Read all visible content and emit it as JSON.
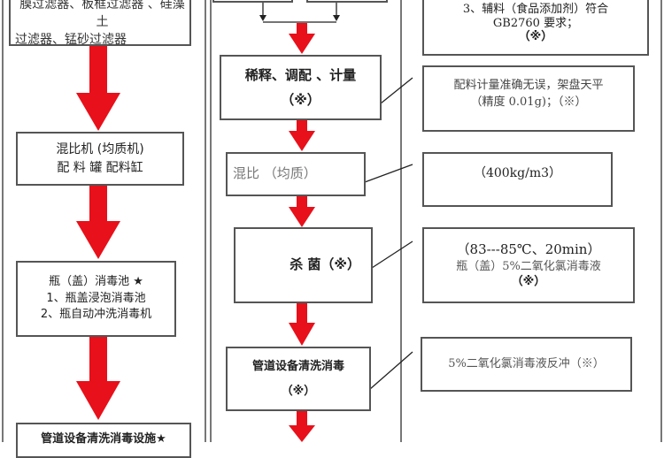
{
  "left": {
    "filters": [
      "膜过滤器、板框过滤器 、硅藻土",
      "过滤器、锰砂过滤器"
    ],
    "mixer": [
      "混比机 (均质机)",
      "配 料 罐  配料缸"
    ],
    "bottle": [
      "瓶（盖）消毒池  ★",
      "1、瓶盖浸泡消毒池",
      "2、瓶自动冲洗消毒机"
    ],
    "pipe": "管道设备清洗消毒设施★"
  },
  "middle": {
    "dilute": [
      "稀释、调配 、计量",
      "（※）"
    ],
    "mix": "混比  （均质）",
    "sterilize": "杀   菌（※）",
    "clean": [
      "管道设备清洗消毒",
      "（※）"
    ]
  },
  "right": {
    "additives": [
      "3、辅料（食品添加剂）符合",
      "GB2760 要求；",
      "（※）"
    ],
    "measure": [
      "配料计量准确无误，架盘天平",
      "（精度 0.01g)；（※）"
    ],
    "density": "（400kg/m3）",
    "sterilize": [
      "（83---85℃、20min）",
      "瓶（盖）5%二氧化氯消毒液",
      "（※）"
    ],
    "flush": "5%二氧化氯消毒液反冲（※）"
  },
  "colors": {
    "arrow": "#e8101a",
    "border": "#555555"
  }
}
